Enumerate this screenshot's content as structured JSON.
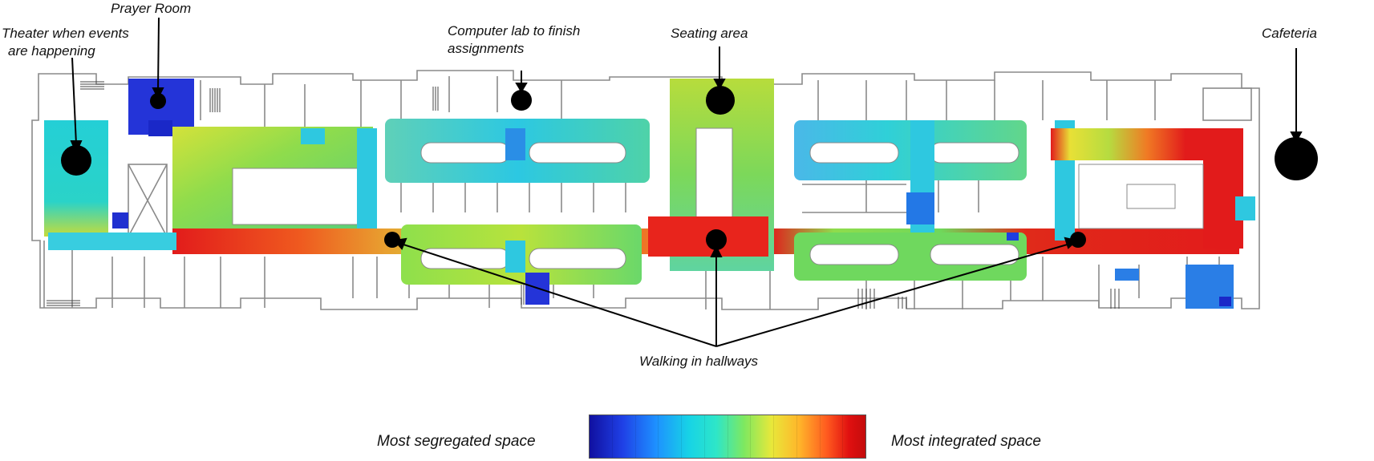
{
  "annotations": {
    "theater": [
      "Theater when events",
      "are happening"
    ],
    "prayer_room": "Prayer Room",
    "computer_lab": [
      "Computer lab to finish",
      "assignments"
    ],
    "seating_area": "Seating area",
    "cafeteria": "Cafeteria",
    "walking": "Walking in hallways"
  },
  "legend": {
    "low_label": "Most segregated space",
    "high_label": "Most integrated space",
    "colors": [
      "#1010a0",
      "#1e90ff",
      "#17d3e6",
      "#7ee860",
      "#e8e83a",
      "#ffb52a",
      "#ff5a1f",
      "#c40c0c"
    ]
  },
  "map_colors": {
    "wall": "#888888",
    "segregated": "#1a2ed6",
    "cyan": "#22d0e0",
    "green": "#7ed957",
    "yellow": "#e3e336",
    "orange": "#f39a2c",
    "red": "#e21b1b",
    "marker": "#000000"
  }
}
